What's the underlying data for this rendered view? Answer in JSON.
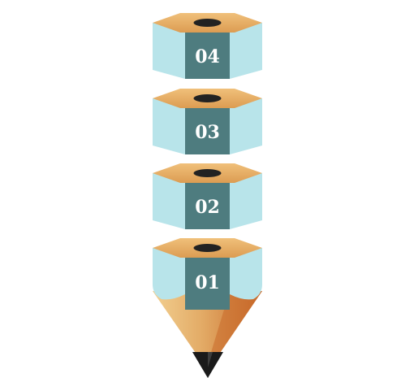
{
  "diagram": {
    "segments": [
      {
        "label": "04"
      },
      {
        "label": "03"
      },
      {
        "label": "02"
      },
      {
        "label": "01"
      }
    ]
  },
  "colors": {
    "side_light": "#b8e4ea",
    "center_dark": "#4e7c7f",
    "cap_gold": "#e7ad62",
    "cap_hole": "#222222",
    "wood_light": "#f2cc8c",
    "wood_mid": "#e0a661",
    "wood_dark": "#c96a2a",
    "lead": "#1a1a1a"
  }
}
